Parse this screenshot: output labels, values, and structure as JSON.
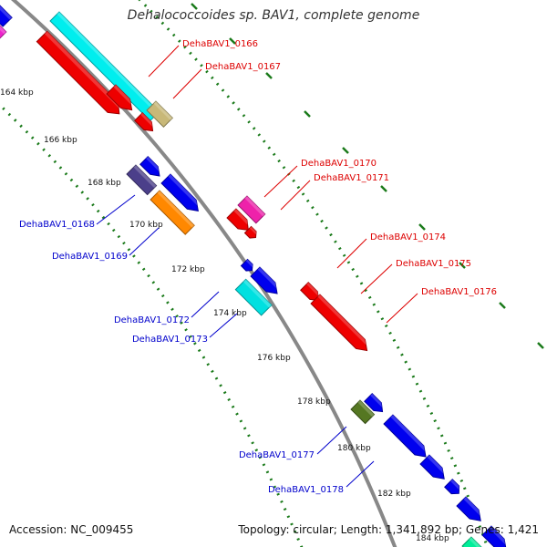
{
  "title": "Dehalococcoides sp. BAV1, complete genome",
  "footer": {
    "accession": "Accession: NC_009455",
    "summary": "Topology: circular; Length: 1,341,892 bp; Genes: 1,421"
  },
  "colors": {
    "backbone": "#888888",
    "tick": "#1a7a1a",
    "forward_label": "#dd0000",
    "reverse_label": "#0000cc"
  },
  "kbp_ticks": [
    "164 kbp",
    "166 kbp",
    "168 kbp",
    "170 kbp",
    "172 kbp",
    "174 kbp",
    "176 kbp",
    "178 kbp",
    "180 kbp",
    "182 kbp",
    "184 kbp"
  ],
  "genes": [
    {
      "id": "g-top-blue",
      "strand": "reverse",
      "color": "#0000ee",
      "label": ""
    },
    {
      "id": "g-top-magenta",
      "strand": "reverse",
      "color": "#ee22cc",
      "label": ""
    },
    {
      "id": "g0166",
      "strand": "forward",
      "color": "#00eeee",
      "label": "DehaBAV1_0166"
    },
    {
      "id": "g0166-red",
      "strand": "forward",
      "color": "#ee0000",
      "label": ""
    },
    {
      "id": "g0167",
      "strand": "forward",
      "color": "#c8b878",
      "label": "DehaBAV1_0167"
    },
    {
      "id": "g0167-red",
      "strand": "forward",
      "color": "#ee0000",
      "label": ""
    },
    {
      "id": "g0168",
      "strand": "reverse",
      "color": "#4b3f8a",
      "label": "DehaBAV1_0168"
    },
    {
      "id": "g0168-blue",
      "strand": "reverse",
      "color": "#0000ee",
      "label": ""
    },
    {
      "id": "g0169",
      "strand": "reverse",
      "color": "#ff8800",
      "label": "DehaBAV1_0169"
    },
    {
      "id": "g0169-blue",
      "strand": "reverse",
      "color": "#0000ee",
      "label": ""
    },
    {
      "id": "g0170",
      "strand": "forward",
      "color": "#ee22aa",
      "label": "DehaBAV1_0170"
    },
    {
      "id": "g0171",
      "strand": "forward",
      "color": "#ee0000",
      "label": "DehaBAV1_0171"
    },
    {
      "id": "g0172",
      "strand": "reverse",
      "color": "#0000ee",
      "label": "DehaBAV1_0172"
    },
    {
      "id": "g0173",
      "strand": "reverse",
      "color": "#00e0e0",
      "label": "DehaBAV1_0173"
    },
    {
      "id": "g0174",
      "strand": "forward",
      "color": "#ee0000",
      "label": "DehaBAV1_0174"
    },
    {
      "id": "g0175",
      "strand": "forward",
      "color": "#ee0000",
      "label": "DehaBAV1_0175"
    },
    {
      "id": "g0176",
      "strand": "forward",
      "color": "#ee0000",
      "label": "DehaBAV1_0176"
    },
    {
      "id": "g0177",
      "strand": "reverse",
      "color": "#557722",
      "label": "DehaBAV1_0177"
    },
    {
      "id": "g0177-blue",
      "strand": "reverse",
      "color": "#0000ee",
      "label": ""
    },
    {
      "id": "g0178",
      "strand": "reverse",
      "color": "#0000ee",
      "label": "DehaBAV1_0178"
    },
    {
      "id": "g-bot-1",
      "strand": "reverse",
      "color": "#0000ee",
      "label": ""
    },
    {
      "id": "g-bot-2",
      "strand": "reverse",
      "color": "#0000ee",
      "label": ""
    },
    {
      "id": "g-bot-3",
      "strand": "reverse",
      "color": "#0000ee",
      "label": ""
    },
    {
      "id": "g-bot-4",
      "strand": "reverse",
      "color": "#00ee99",
      "label": ""
    },
    {
      "id": "g-bot-5",
      "strand": "reverse",
      "color": "#0000ee",
      "label": ""
    }
  ]
}
